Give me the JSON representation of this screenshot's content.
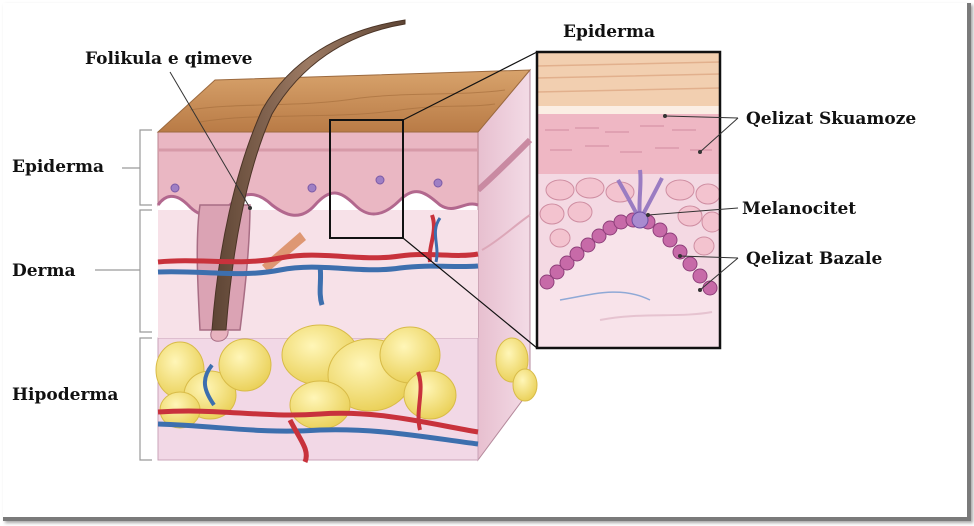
{
  "labels": {
    "epiderma_side": "Epiderma",
    "derma_side": "Derma",
    "hipoderma_side": "Hipoderma",
    "folikula": "Folikula e qimeve",
    "epiderma_top": "Epiderma",
    "qelizat_skuamoze": "Qelizat Skuamoze",
    "melanocitet": "Melanocitet",
    "qelizat_bazale": "Qelizat Bazale"
  },
  "colors": {
    "surface": "#c9915d",
    "epidermis": "#e8b3bf",
    "dermis": "#f6dde4",
    "hypodermis": "#f0d6e6",
    "fat": "#f5e27a",
    "artery": "#c8323c",
    "vein": "#3d6fae",
    "hair": "#7a5a46",
    "basal_cell": "#c76aa8"
  }
}
